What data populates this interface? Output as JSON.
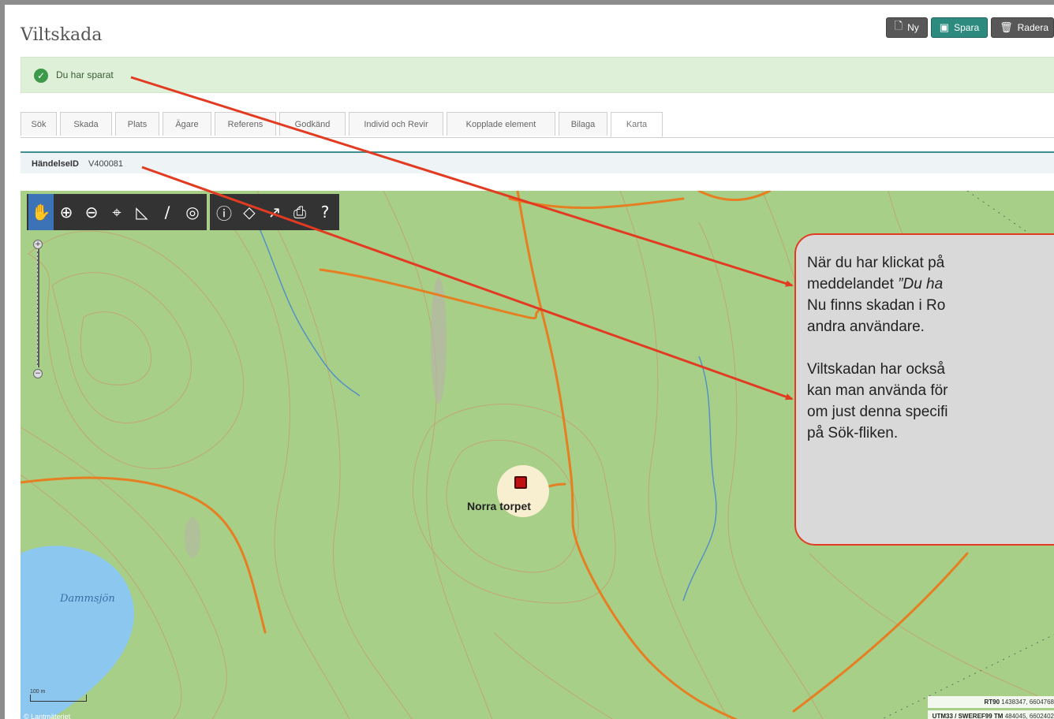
{
  "page": {
    "title": "Viltskada"
  },
  "actions": {
    "new_label": "Ny",
    "save_label": "Spara",
    "delete_label": "Radera"
  },
  "alert": {
    "message": "Du har sparat"
  },
  "tabs": [
    {
      "label": "Sök"
    },
    {
      "label": "Skada"
    },
    {
      "label": "Plats"
    },
    {
      "label": "Ägare"
    },
    {
      "label": "Referens"
    },
    {
      "label": "Godkänd"
    },
    {
      "label": "Individ och Revir"
    },
    {
      "label": "Kopplade element"
    },
    {
      "label": "Bilaga"
    },
    {
      "label": "Karta",
      "active": true
    }
  ],
  "event": {
    "label": "HändelseID",
    "value": "V400081"
  },
  "map": {
    "toolbar_icons": [
      "pan-hand-icon",
      "zoom-in-icon",
      "zoom-out-icon",
      "zoom-extent-icon",
      "measure-area-icon",
      "measure-line-icon",
      "select-circle-icon",
      "identify-icon",
      "identify-area-icon",
      "move-icon",
      "print-icon",
      "help-icon"
    ],
    "place_label": "Norra torpet",
    "lake_label": "Dammsjön",
    "copyright": "© Lantmäteriet",
    "scale_label": "100 m",
    "coords": [
      {
        "label": "RT90",
        "value": "1438347, 6604768"
      },
      {
        "label": "UTM33 / SWEREF99 TM",
        "value": "484045, 6602402"
      }
    ]
  },
  "callout": {
    "lines": [
      "När du har klickat på",
      "meddelandet ”Du ha",
      "Nu finns skadan i Ro",
      "andra användare.",
      "",
      "Viltskadan har också",
      "kan man använda för",
      "om just denna specifi",
      "på Sök-fliken."
    ],
    "italic_fragment": "”Du ha"
  },
  "colors": {
    "accent": "#2c8a7e",
    "alert_bg": "#dff0d8",
    "map_green": "#a7cf88",
    "road": "#e67e22",
    "callout_border": "#e23b22"
  }
}
